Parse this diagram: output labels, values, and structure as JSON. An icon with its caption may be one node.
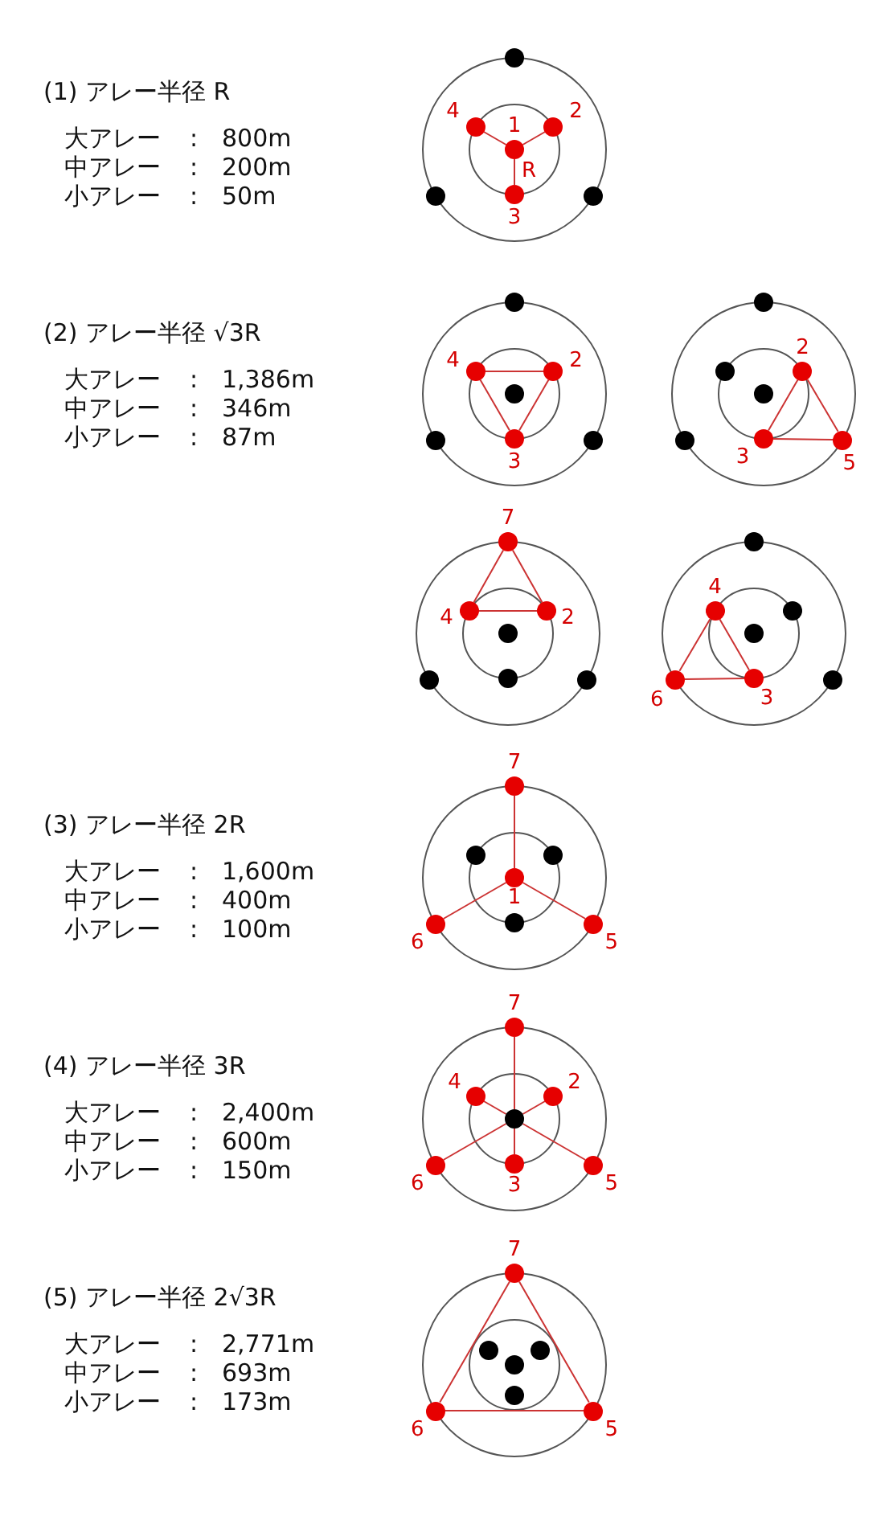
{
  "diagram": {
    "nodes": [
      {
        "text": [
          "4"
        ]
      },
      {
        "text": [
          "2"
        ]
      },
      {
        "text": [
          "1"
        ]
      },
      {
        "text": [
          "3"
        ]
      },
      {
        "text": [],
        "shape": "circle"
      },
      {
        "text": [],
        "shape": "circle"
      },
      {
        "text": [],
        "shape": "circle"
      },
      {
        "text": [
          "4"
        ]
      },
      {
        "text": [
          "2"
        ]
      },
      {
        "text": [
          "3"
        ]
      },
      {
        "text": [],
        "shape": "circle"
      },
      {
        "text": [],
        "shape": "circle"
      },
      {
        "text": [],
        "shape": "circle"
      },
      {
        "text": [],
        "shape": "circle"
      },
      {
        "text": [
          "2"
        ]
      },
      {
        "text": [
          "3"
        ]
      },
      {
        "text": [
          "5"
        ]
      },
      {
        "text": [],
        "shape": "circle"
      },
      {
        "text": [],
        "shape": "circle"
      },
      {
        "text": [],
        "shape": "circle"
      },
      {
        "text": [],
        "shape": "circle"
      },
      {
        "text": [
          "7"
        ]
      },
      {
        "text": [
          "4"
        ]
      },
      {
        "text": [
          "2"
        ]
      },
      {
        "text": [],
        "shape": "circle"
      },
      {
        "text": [],
        "shape": "circle"
      },
      {
        "text": [],
        "shape": "circle"
      },
      {
        "text": [],
        "shape": "circle"
      },
      {
        "text": [
          "4"
        ]
      },
      {
        "text": [
          "6"
        ]
      },
      {
        "text": [
          "3"
        ]
      },
      {
        "text": [],
        "shape": "circle"
      },
      {
        "text": [],
        "shape": "circle"
      },
      {
        "text": [],
        "shape": "circle"
      },
      {
        "text": [],
        "shape": "circle"
      },
      {
        "text": [
          "7"
        ]
      },
      {
        "text": [
          "1"
        ]
      },
      {
        "text": [
          "6"
        ]
      },
      {
        "text": [
          "5"
        ]
      },
      {
        "text": [],
        "shape": "circle"
      },
      {
        "text": [],
        "shape": "circle"
      },
      {
        "text": [],
        "shape": "circle"
      },
      {
        "text": [
          "7"
        ]
      },
      {
        "text": [
          "4"
        ]
      },
      {
        "text": [
          "2"
        ]
      },
      {
        "text": [
          "6"
        ]
      },
      {
        "text": [
          "3"
        ]
      },
      {
        "text": [
          "5"
        ]
      },
      {
        "text": [],
        "shape": "circle"
      },
      {
        "text": [
          "7"
        ]
      },
      {
        "text": [
          "6"
        ]
      },
      {
        "text": [
          "5"
        ]
      },
      {
        "text": [],
        "shape": "circle"
      },
      {
        "text": [],
        "shape": "circle"
      },
      {
        "text": [],
        "shape": "circle"
      },
      {
        "text": [],
        "shape": "circle"
      }
    ],
    "edges": [
      {
        "from": 2,
        "to": 0,
        "arrow": "none"
      },
      {
        "from": 2,
        "to": 1,
        "arrow": "none"
      },
      {
        "from": 2,
        "to": 3,
        "arrow": "none",
        "label": "R"
      },
      {
        "from": 7,
        "to": 8,
        "arrow": "none"
      },
      {
        "from": 7,
        "to": 9,
        "arrow": "none"
      },
      {
        "from": 8,
        "to": 9,
        "arrow": "none"
      },
      {
        "from": 14,
        "to": 15,
        "arrow": "none"
      },
      {
        "from": 14,
        "to": 16,
        "arrow": "none"
      },
      {
        "from": 15,
        "to": 16,
        "arrow": "none"
      },
      {
        "from": 21,
        "to": 22,
        "arrow": "none"
      },
      {
        "from": 21,
        "to": 23,
        "arrow": "none"
      },
      {
        "from": 22,
        "to": 23,
        "arrow": "none"
      },
      {
        "from": 28,
        "to": 29,
        "arrow": "none"
      },
      {
        "from": 28,
        "to": 30,
        "arrow": "none"
      },
      {
        "from": 29,
        "to": 30,
        "arrow": "none"
      },
      {
        "from": 36,
        "to": 35,
        "arrow": "none"
      },
      {
        "from": 36,
        "to": 37,
        "arrow": "none"
      },
      {
        "from": 36,
        "to": 38,
        "arrow": "none"
      },
      {
        "from": 48,
        "to": 42,
        "arrow": "none"
      },
      {
        "from": 48,
        "to": 43,
        "arrow": "none"
      },
      {
        "from": 48,
        "to": 44,
        "arrow": "none"
      },
      {
        "from": 48,
        "to": 45,
        "arrow": "none"
      },
      {
        "from": 48,
        "to": 46,
        "arrow": "none"
      },
      {
        "from": 48,
        "to": 47,
        "arrow": "none"
      },
      {
        "from": 49,
        "to": 50,
        "arrow": "none"
      },
      {
        "from": 49,
        "to": 51,
        "arrow": "none"
      },
      {
        "from": 50,
        "to": 51,
        "arrow": "none"
      }
    ],
    "labels": [
      "(1) アレー半径 R",
      "大アレー",
      ":",
      "800m",
      "中アレー",
      ":",
      "200m",
      "小アレー",
      ":",
      "50m",
      "(2) アレー半径 √3R",
      "大アレー",
      ":",
      "1,386m",
      "中アレー",
      ":",
      "346m",
      "小アレー",
      ":",
      "87m",
      "(3) アレー半径 2R",
      "大アレー",
      ":",
      "1,600m",
      "中アレー",
      ":",
      "400m",
      "小アレー",
      ":",
      "100m",
      "(4) アレー半径 3R",
      "大アレー",
      ":",
      "2,400m",
      "中アレー",
      ":",
      "600m",
      "小アレー",
      ":",
      "150m",
      "(5) アレー半径 2√3R",
      "大アレー",
      ":",
      "2,771m",
      "中アレー",
      ":",
      "693m",
      "小アレー",
      ":",
      "173m"
    ]
  }
}
